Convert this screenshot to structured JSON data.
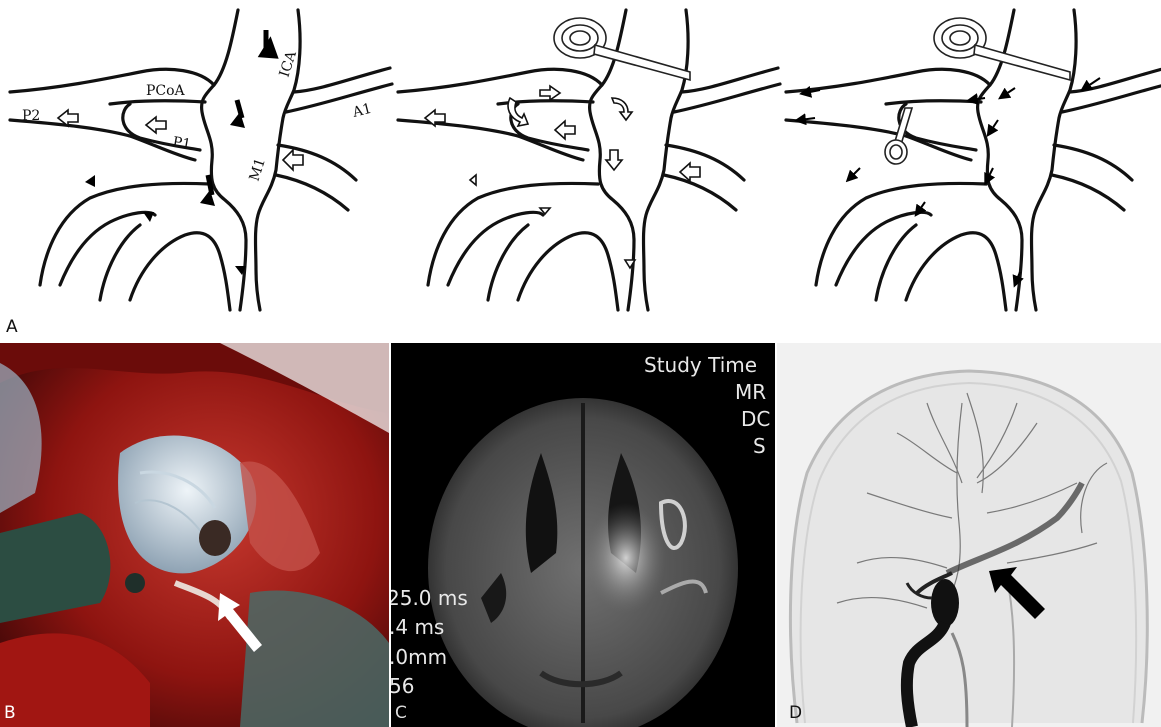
{
  "panels": {
    "A": {
      "letter": "A"
    },
    "B": {
      "letter": "B"
    },
    "C": {
      "letter": "C"
    },
    "D": {
      "letter": "D"
    }
  },
  "vessel_labels": {
    "ica": "ICA",
    "pcoa": "PCoA",
    "a1": "A1",
    "p2": "P2",
    "p1": "P1",
    "m1": "M1"
  },
  "mri_overlay": {
    "study_time": "Study Time",
    "mr": "MR",
    "dc": "DC",
    "s": "S",
    "te": "25.0 ms",
    "tr": ".4 ms",
    "thickness": ".0mm",
    "number": "56"
  },
  "colors": {
    "line": "#111111",
    "mri_text": "#e8e8e8",
    "surgical_red": "#8e1410",
    "arrow_white": "#ffffff",
    "arrow_black": "#000000"
  }
}
